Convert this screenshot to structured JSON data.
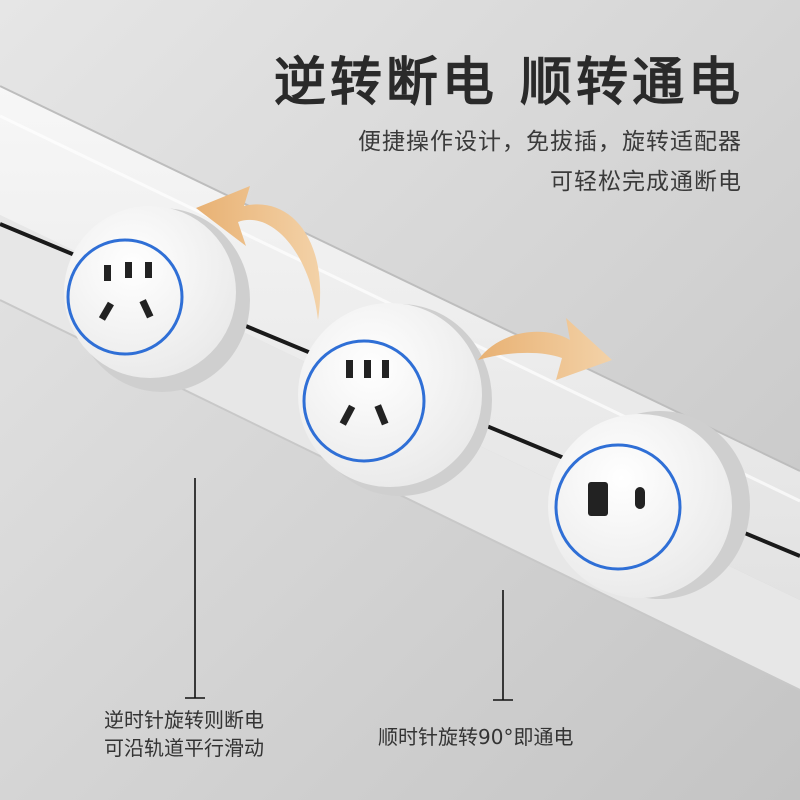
{
  "headline": "逆转断电  顺转通电",
  "subtitle_line1": "便捷操作设计，免拔插，旋转适配器",
  "subtitle_line2": "可轻松完成通断电",
  "caption_left_line1": "逆时针旋转则断电",
  "caption_left_line2": "可沿轨道平行滑动",
  "caption_right": "顺时针旋转90°即通电",
  "colors": {
    "background": "#d9d9d9",
    "track": "#eeeeee",
    "socket_body": "#f6f6f6",
    "accent_ring": "#2f6fd6",
    "arrow": "#e7b77e",
    "text": "#2a2a2a"
  },
  "icons": [
    "rotate-arrow-icon",
    "outlet-three-pin-icon",
    "usb-a-port-icon",
    "usb-c-port-icon"
  ]
}
